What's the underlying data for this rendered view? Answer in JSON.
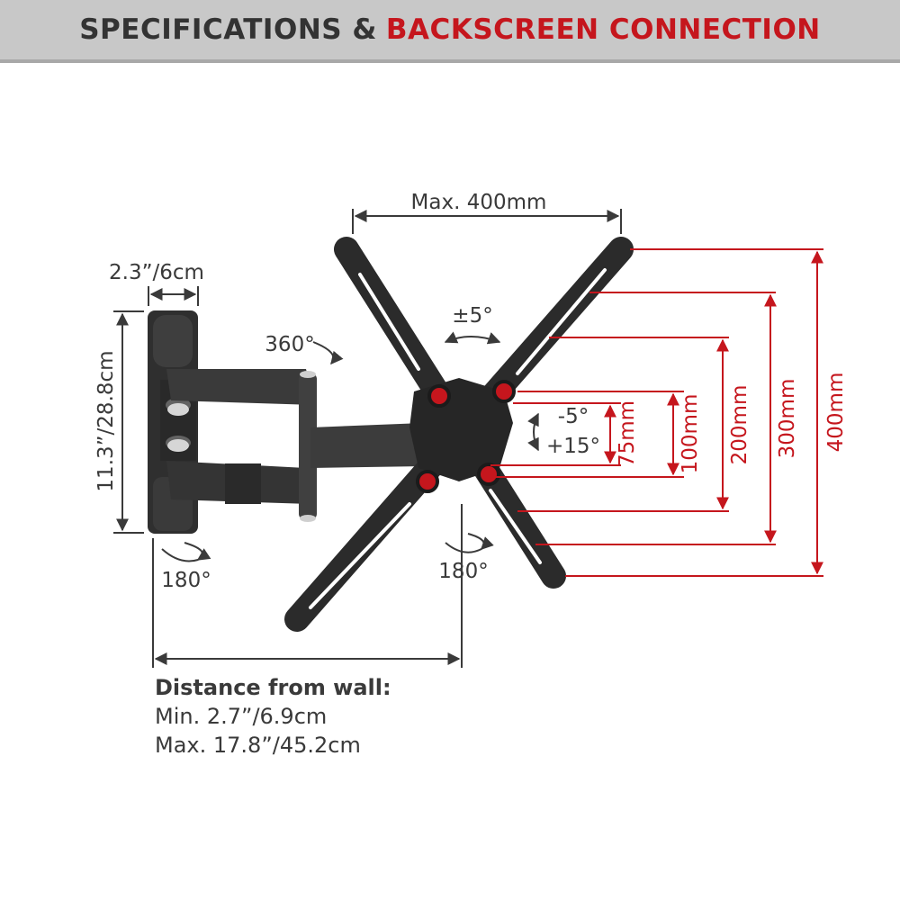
{
  "header": {
    "title_part1": "SPECIFICATIONS &",
    "title_part2": "BACKSCREEN CONNECTION"
  },
  "dimensions": {
    "max_width": "Max. 400mm",
    "depth_of_wall_plate": "2.3”/6cm",
    "wall_plate_height": "11.3”/28.8cm",
    "tilt_range": "±5°",
    "swivel_wall": "360°",
    "swivel_left": "180°",
    "swivel_right": "180°",
    "tilt_up": "-5°",
    "tilt_down": "+15°"
  },
  "vesa_heights": [
    "75mm",
    "100mm",
    "200mm",
    "300mm",
    "400mm"
  ],
  "distance_from_wall": {
    "title": "Distance from wall:",
    "min": "Min. 2.7”/6.9cm",
    "max": "Max. 17.8”/45.2cm"
  },
  "colors": {
    "accent": "#c5161d",
    "header_bg": "#c8c8c8",
    "text": "#3a3a3a",
    "mount_dark": "#2b2b2b"
  }
}
